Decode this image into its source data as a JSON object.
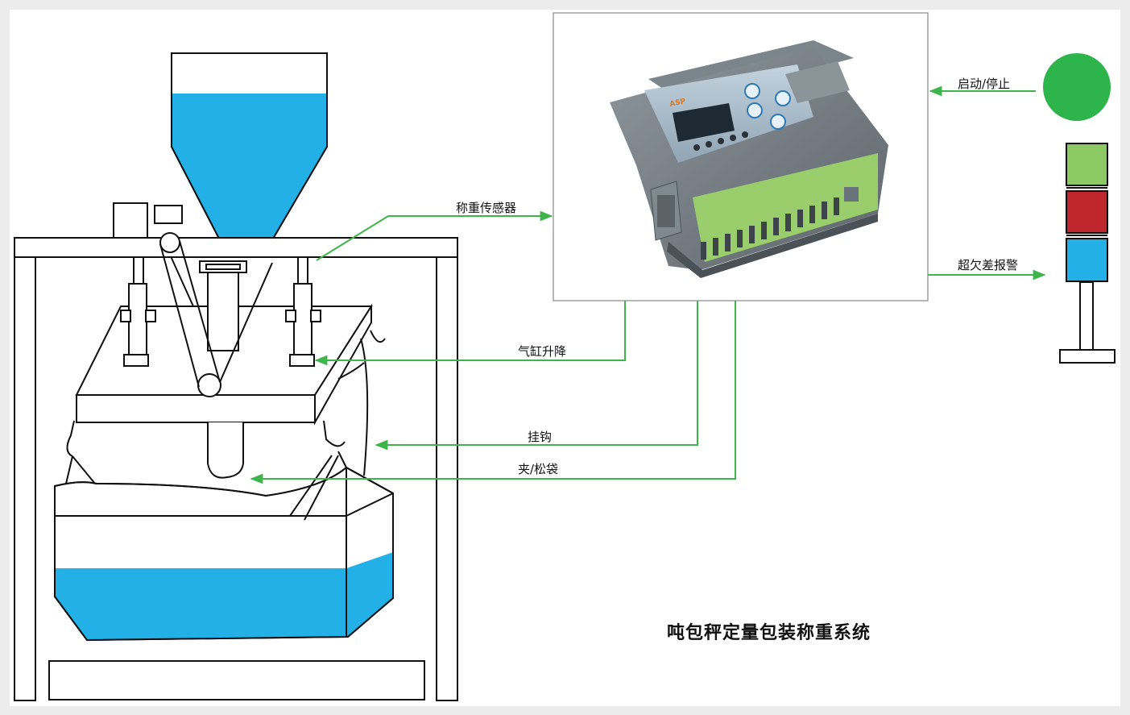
{
  "title": "吨包秤定量包装称重系统",
  "labels": {
    "load_cell": "称重传感器",
    "cylinder": "气缸升降",
    "hook": "挂钩",
    "clamp": "夹/松袋",
    "start_stop": "启动/停止",
    "alarm": "超欠差报警"
  },
  "controller": {
    "brand": "ASP"
  },
  "colors": {
    "material": "#22b0e6",
    "arrow": "#3db54a",
    "start_button": "#2db44a",
    "tower_green": "#8cc965",
    "tower_red": "#c0272d",
    "tower_blue": "#22b0e6"
  }
}
